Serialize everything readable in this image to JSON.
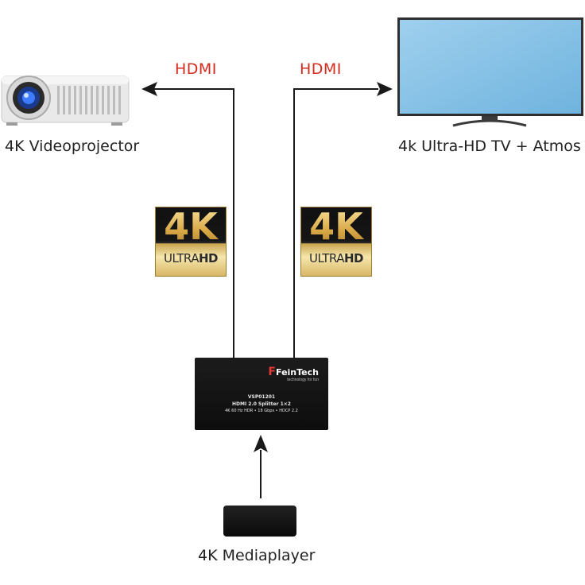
{
  "colors": {
    "hdmi_label": "#d42a1e",
    "line": "#1a1a1a",
    "device_dark": "#111111",
    "badge_gold": "#d9b35a"
  },
  "labels": {
    "projector": "4K Videoprojector",
    "tv": "4k Ultra-HD TV + Atmos",
    "mediaplayer": "4K Mediaplayer"
  },
  "connections": {
    "left_hdmi": "HDMI",
    "right_hdmi": "HDMI"
  },
  "badge": {
    "big": "4K",
    "small_a": "ULTRA",
    "small_b": "HD"
  },
  "splitter": {
    "brand_mark": "F",
    "brand": "FeinTech",
    "tagline": "technology for fun",
    "model": "VSP01201",
    "title": "HDMI 2.0 Splitter 1×2",
    "specs": "4K 60 Hz HDR • 18 Gbps • HDCP 2.2"
  },
  "icons": [
    "projector-icon",
    "tv-icon",
    "splitter-device",
    "mediaplayer-icon",
    "arrow-icon"
  ]
}
